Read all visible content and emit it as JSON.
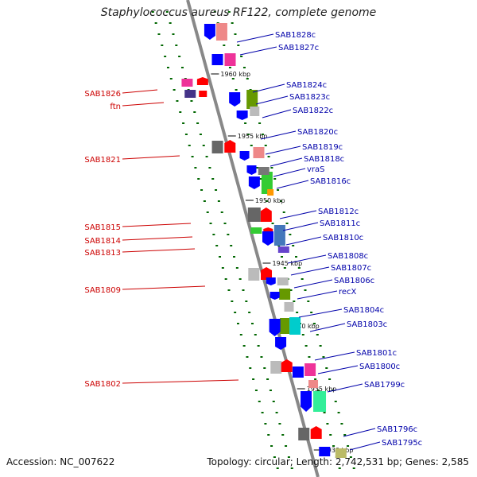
{
  "title": "Staphylococcus aureus RF122, complete genome",
  "footer": {
    "accession": "Accession: NC_007622",
    "topology": "Topology: circular; Length: 2,742,531 bp; Genes: 2,585"
  },
  "colors": {
    "strand_plus": "#ff0000",
    "strand_minus": "#0000ff",
    "label_left": "#cc0000",
    "label_right": "#0000aa",
    "track_dots": "#006600",
    "backbone": "#888888"
  },
  "kbp_markers": [
    "1960 kbp",
    "1955 kbp",
    "1950 kbp",
    "1945 kbp",
    "1940 kbp",
    "1935 kbp",
    "1930 kbp"
  ],
  "left_labels": [
    "SAB1826",
    "ftn",
    "SAB1821",
    "SAB1815",
    "SAB1814",
    "SAB1813",
    "SAB1809",
    "SAB1802"
  ],
  "right_labels": [
    "SAB1828c",
    "SAB1827c",
    "SAB1824c",
    "SAB1823c",
    "SAB1822c",
    "SAB1820c",
    "SAB1819c",
    "SAB1818c",
    "vraS",
    "SAB1816c",
    "SAB1812c",
    "SAB1811c",
    "SAB1810c",
    "SAB1808c",
    "SAB1807c",
    "SAB1806c",
    "recX",
    "SAB1804c",
    "SAB1803c",
    "SAB1801c",
    "SAB1800c",
    "SAB1799c",
    "SAB1796c",
    "SAB1795c"
  ]
}
